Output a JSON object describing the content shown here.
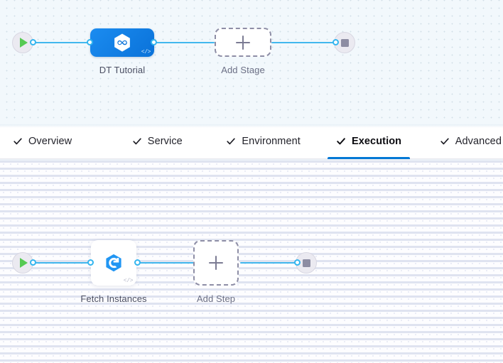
{
  "stage_canvas": {
    "name": "pipeline-stage-canvas",
    "start_node": {
      "icon": "play-icon",
      "title": "Start"
    },
    "end_node": {
      "icon": "stop-icon",
      "title": "End"
    },
    "nodes": [
      {
        "id": "dt-tutorial",
        "label": "DT Tutorial",
        "icon": "harness-infinity-icon",
        "badge": "</>",
        "type": "stage",
        "selected": true,
        "color": "#0d78dd"
      },
      {
        "id": "add-stage",
        "label": "Add Stage",
        "icon": "plus-icon",
        "type": "add-placeholder"
      }
    ]
  },
  "tabs": {
    "name": "stage-config-tabs",
    "check_icon": "check-icon",
    "active_color": "#0278d5",
    "items": [
      {
        "id": "overview",
        "label": "Overview",
        "checked": true,
        "active": false
      },
      {
        "id": "service",
        "label": "Service",
        "checked": true,
        "active": false
      },
      {
        "id": "environment",
        "label": "Environment",
        "checked": true,
        "active": false
      },
      {
        "id": "execution",
        "label": "Execution",
        "checked": true,
        "active": true
      },
      {
        "id": "advanced",
        "label": "Advanced",
        "checked": true,
        "active": false
      }
    ]
  },
  "step_canvas": {
    "name": "execution-steps-canvas",
    "start_node": {
      "icon": "play-icon",
      "title": "Start"
    },
    "end_node": {
      "icon": "stop-icon",
      "title": "End"
    },
    "nodes": [
      {
        "id": "fetch-instances",
        "label": "Fetch Instances",
        "icon": "elastigroup-icon",
        "badge": "</>",
        "type": "step"
      },
      {
        "id": "add-step",
        "label": "Add Step",
        "icon": "plus-icon",
        "type": "add-placeholder"
      }
    ]
  },
  "colors": {
    "edge": "#42b7ee",
    "port_stroke": "#33b5ef",
    "play_green": "#56ca53",
    "stop_gray": "#8d8da3",
    "stage_blue": "#0d78dd",
    "tab_active": "#0278d5"
  }
}
